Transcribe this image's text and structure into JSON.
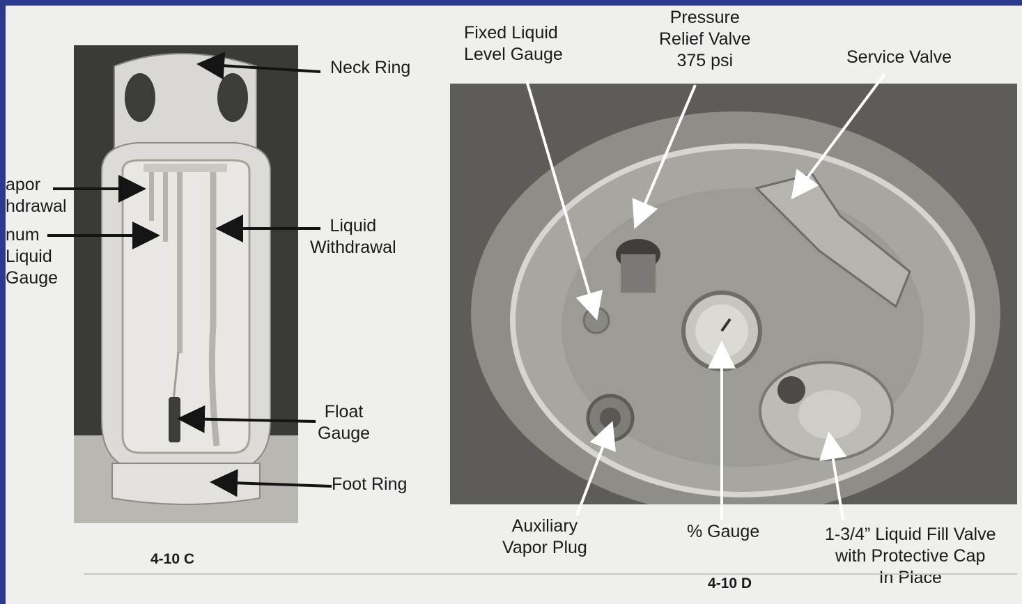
{
  "figure_c": {
    "caption": "4-10 C",
    "labels": {
      "neck_ring": "Neck Ring",
      "vapor_withdrawal": "apor\nhdrawal",
      "max_liquid_gauge": "num\nLiquid\nGauge",
      "liquid_withdrawal": "Liquid\nWithdrawal",
      "float_gauge": "Float\nGauge",
      "foot_ring": "Foot Ring"
    }
  },
  "figure_d": {
    "caption": "4-10 D",
    "labels": {
      "fixed_liquid_level_gauge": "Fixed Liquid\nLevel Gauge",
      "pressure_relief_valve": "Pressure\nRelief Valve\n375 psi",
      "service_valve": "Service Valve",
      "auxiliary_vapor_plug": "Auxiliary\nVapor Plug",
      "percent_gauge": "% Gauge",
      "liquid_fill_valve": "1-3/4” Liquid Fill Valve\nwith Protective Cap\nIn Place"
    }
  }
}
